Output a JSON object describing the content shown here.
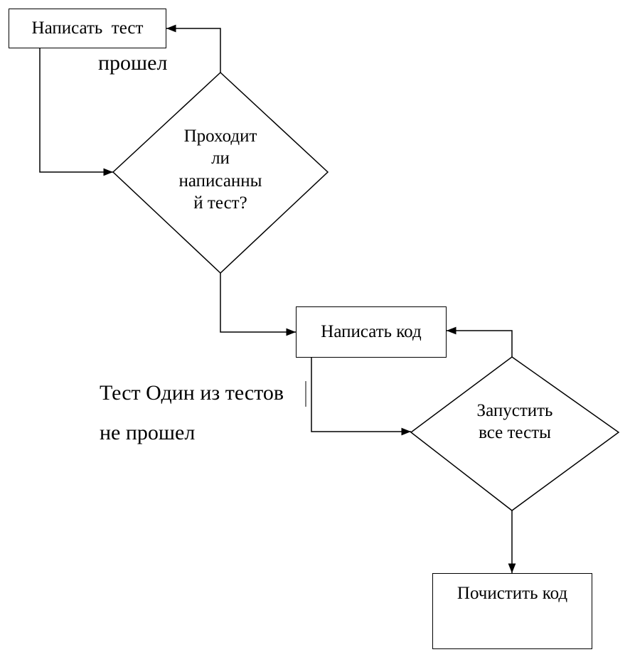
{
  "nodes": {
    "write_test": "Написать  тест",
    "passes_question": [
      "Проходит",
      "ли",
      "написанны",
      "й тест?"
    ],
    "write_code": "Написать код",
    "run_tests": [
      "Запустить",
      "все тесты"
    ],
    "clean_code": "Почистить код"
  },
  "edge_labels": {
    "passed": "прошел",
    "one_of_tests": "Тест Один из тестов",
    "not_passed": "не прошел"
  }
}
